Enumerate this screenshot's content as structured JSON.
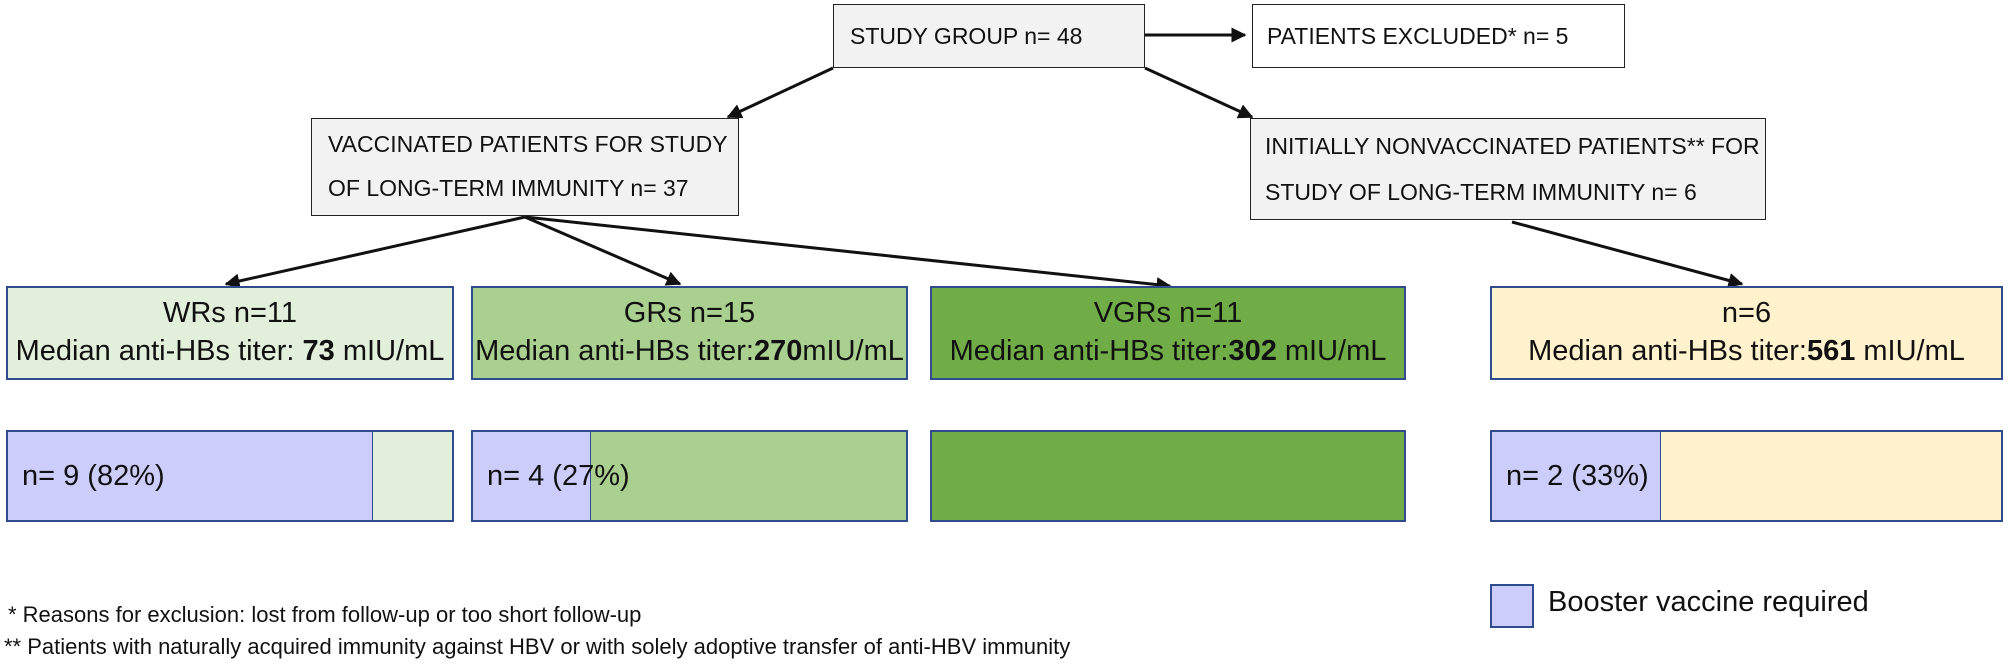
{
  "study_group": "STUDY GROUP n= 48",
  "excluded": "PATIENTS EXCLUDED* n= 5",
  "vaccinated": {
    "line1": "VACCINATED PATIENTS FOR  STUDY",
    "line2": "OF LONG-TERM IMMUNITY  n= 37"
  },
  "nonvaccinated": {
    "line1": "INITIALLY NONVACCINATED PATIENTS** FOR",
    "line2": "STUDY OF LONG-TERM IMMUNITY  n= 6"
  },
  "groups": [
    {
      "title": "WRs n=11",
      "titer_prefix": "Median anti-HBs titer: ",
      "titer_value": "73",
      "titer_unit": " mIU/mL",
      "booster_label": "n= 9 (82%)",
      "booster_fraction": 0.82,
      "color": "#e2efda"
    },
    {
      "title": "GRs n=15",
      "titer_prefix": "Median anti-HBs titer:",
      "titer_value": "270",
      "titer_unit": "mIU/mL",
      "booster_label": "n= 4 (27%)",
      "booster_fraction": 0.27,
      "color": "#a9d08e"
    },
    {
      "title": "VGRs n=11",
      "titer_prefix": "Median anti-HBs titer:",
      "titer_value": "302",
      "titer_unit": " mIU/mL",
      "booster_label": "",
      "booster_fraction": 0,
      "color": "#70ad47"
    },
    {
      "title": "n=6",
      "titer_prefix": "Median anti-HBs titer:",
      "titer_value": "561",
      "titer_unit": " mIU/mL",
      "booster_label": "n= 2 (33%)",
      "booster_fraction": 0.33,
      "color": "#fff2cc"
    }
  ],
  "footnotes": {
    "note1": "*   Reasons for exclusion: lost from follow-up or too short follow-up",
    "note2": "** Patients with naturally acquired immunity  against HBV or with solely adoptive transfer of anti-HBV immunity"
  },
  "legend": {
    "label": "Booster vaccine required",
    "color": "#cccdfb"
  }
}
